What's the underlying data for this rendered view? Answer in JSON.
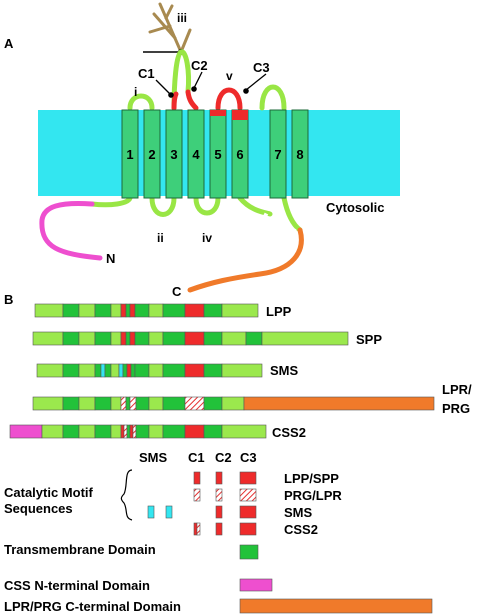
{
  "panel_a": {
    "label": "A",
    "compartment_label": "Cytosolic",
    "helices": [
      "1",
      "2",
      "3",
      "4",
      "5",
      "6",
      "7",
      "8"
    ],
    "loops": [
      "i",
      "ii",
      "iii",
      "iv",
      "v"
    ],
    "motifs": [
      "C1",
      "C2",
      "C3"
    ],
    "termini": {
      "n": "N",
      "c": "C"
    }
  },
  "panel_b": {
    "label": "B",
    "proteins": [
      "LPP",
      "SPP",
      "SMS",
      "LPR/\nPRG",
      "CSS2"
    ],
    "legend": {
      "catalytic_title_line1": "Catalytic Motif",
      "catalytic_title_line2": "Sequences",
      "headers": [
        "SMS",
        "C1",
        "C2",
        "C3"
      ],
      "rows": [
        "LPP/SPP",
        "PRG/LPR",
        "SMS",
        "CSS2"
      ],
      "tm_label": "Transmembrane Domain",
      "css_n_label": "CSS N-terminal Domain",
      "lpr_c_label": "LPR/PRG C-terminal Domain"
    }
  },
  "colors": {
    "membrane": "#33e6f0",
    "helix": "#3ecf7a",
    "loop": "#99e645",
    "motif": "#ee2b2b",
    "c_terminal": "#f07a2a",
    "n_terminal": "#ee4fcf",
    "glycan": "#a88a50",
    "sms_motif": "#33e6f0",
    "tm_green": "#22c23a",
    "light_green": "#9be84d"
  }
}
